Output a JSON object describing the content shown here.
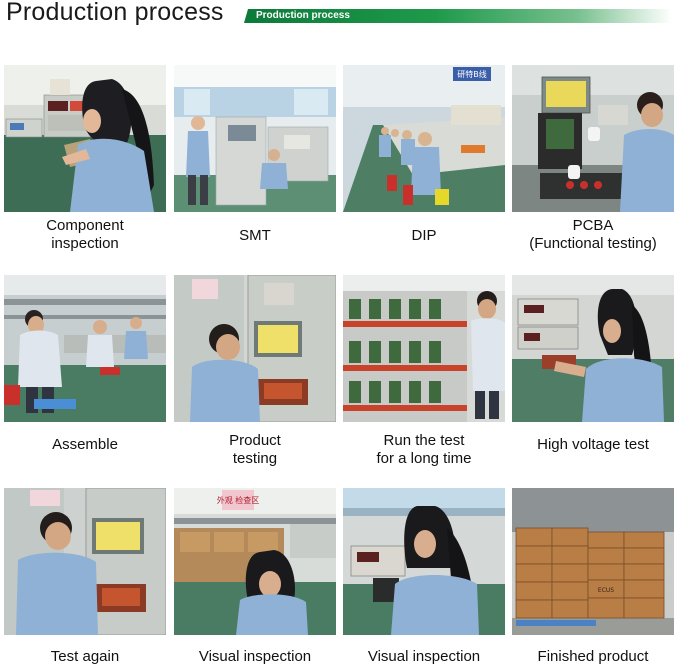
{
  "header": {
    "title": "Production process",
    "banner": "Production process"
  },
  "steps": [
    {
      "lines": [
        "Component",
        "inspection"
      ]
    },
    {
      "lines": [
        "SMT"
      ]
    },
    {
      "lines": [
        "DIP"
      ]
    },
    {
      "lines": [
        "PCBA",
        "(Functional testing)"
      ]
    },
    {
      "lines": [
        "Assemble"
      ]
    },
    {
      "lines": [
        "Product",
        "testing"
      ]
    },
    {
      "lines": [
        "Run the test",
        "for a long time"
      ]
    },
    {
      "lines": [
        "High voltage test"
      ]
    },
    {
      "lines": [
        "Test again"
      ]
    },
    {
      "lines": [
        "Visual inspection"
      ]
    },
    {
      "lines": [
        "Visual inspection"
      ]
    },
    {
      "lines": [
        "Finished product"
      ]
    }
  ],
  "photo_text": {
    "dip_sign": "研特B线",
    "visual_sign": "外观 检查区",
    "box_label": "ECUS"
  },
  "colors": {
    "banner_green": "#0c7a3a",
    "uniform_blue": "#8fb1d6",
    "floor_green": "#3f7d5a"
  }
}
